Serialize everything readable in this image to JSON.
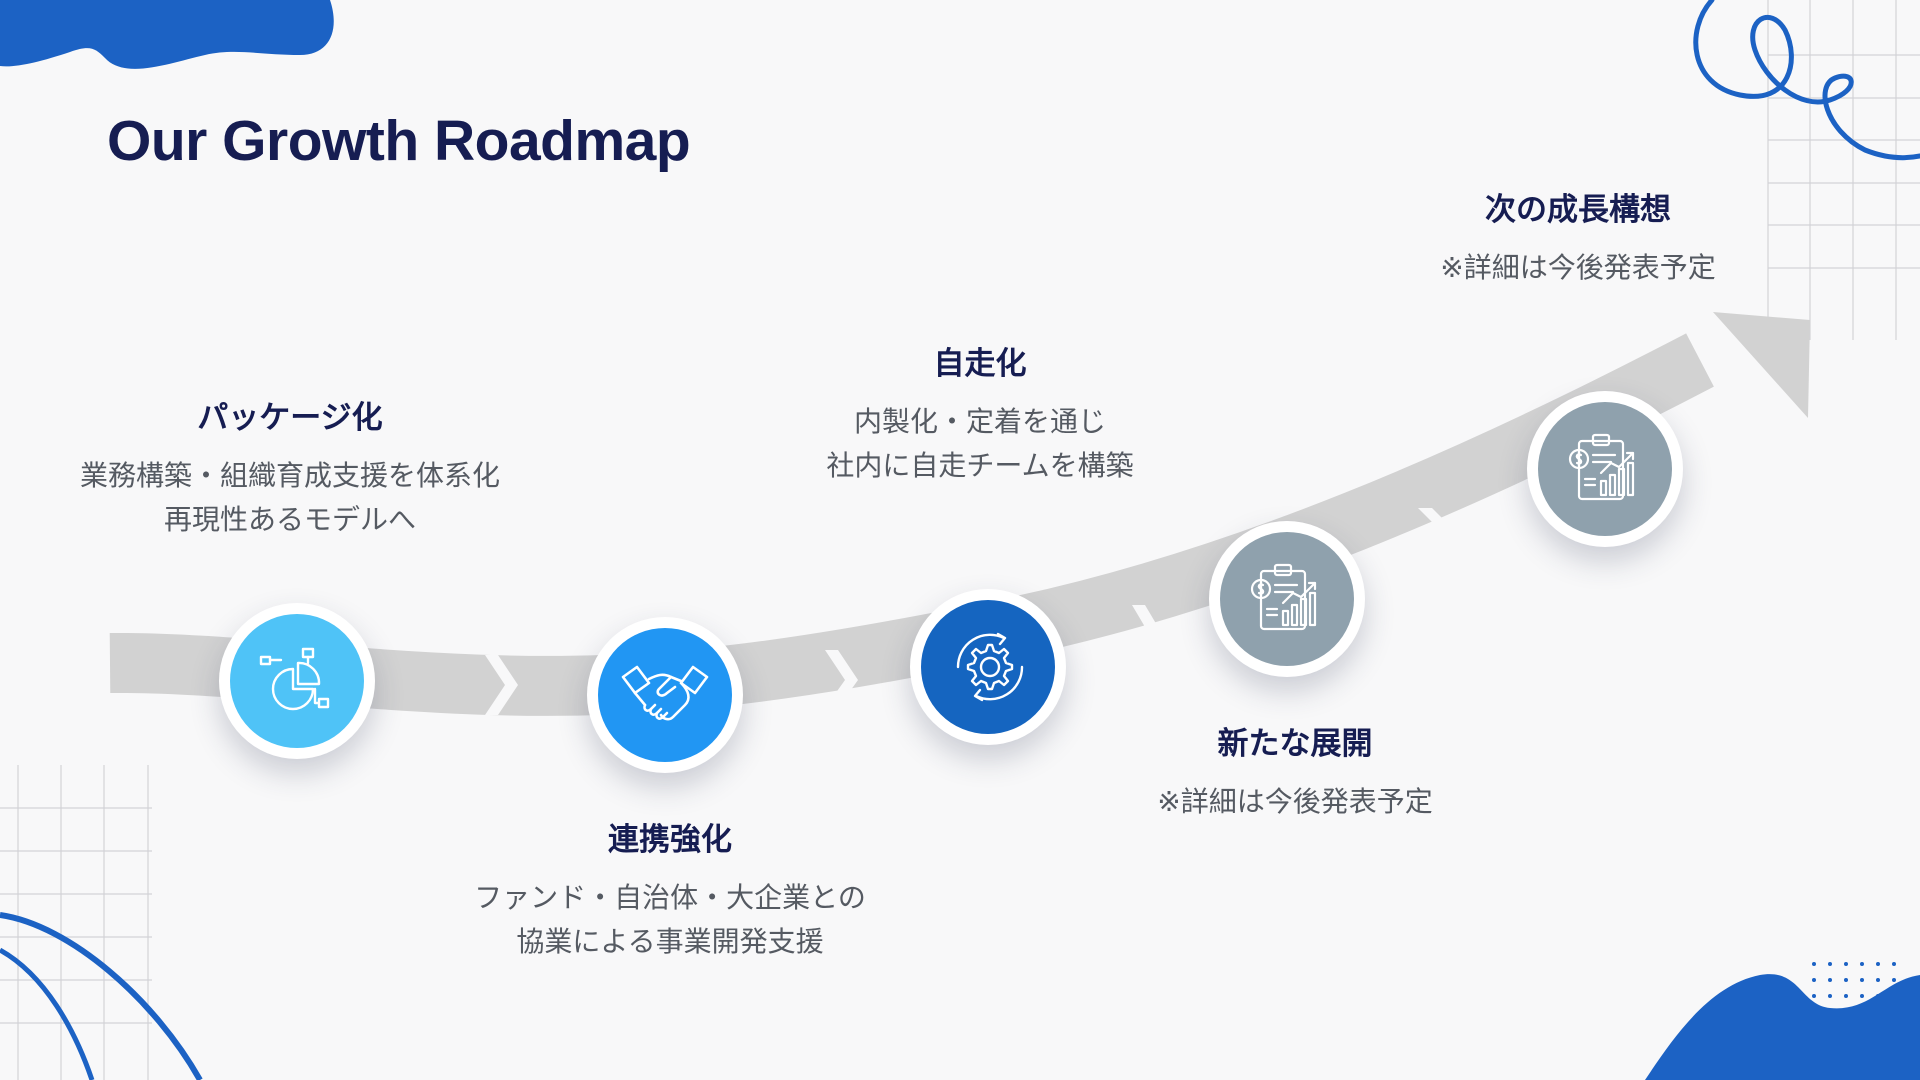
{
  "slide": {
    "title": "Our Growth Roadmap"
  },
  "colors": {
    "title": "#161d52",
    "body_text": "#555a62",
    "arrow": "#d2d2d2",
    "brand_blue": "#1c62c4",
    "sky_blue": "#4fc3f7",
    "mid_blue": "#2196f3",
    "deep_blue": "#1565c0",
    "future_gray": "#8fa1ad"
  },
  "steps": [
    {
      "id": "package",
      "title": "パッケージ化",
      "desc": [
        "業務構築・組織育成支援を体系化",
        "再現性あるモデルへ"
      ],
      "icon": "chart-pie-icon",
      "color": "#4fc3f7"
    },
    {
      "id": "collab",
      "title": "連携強化",
      "desc": [
        "ファンド・自治体・大企業との",
        "協業による事業開発支援"
      ],
      "icon": "handshake-icon",
      "color": "#2196f3"
    },
    {
      "id": "autonomy",
      "title": "自走化",
      "desc": [
        "内製化・定着を通じ",
        "社内に自走チームを構築"
      ],
      "icon": "gear-cycle-icon",
      "color": "#1565c0"
    },
    {
      "id": "expansion",
      "title": "新たな展開",
      "desc": [
        "※詳細は今後発表予定"
      ],
      "icon": "finance-report-icon",
      "color": "#8fa1ad"
    },
    {
      "id": "next",
      "title": "次の成長構想",
      "desc": [
        "※詳細は今後発表予定"
      ],
      "icon": "finance-report-icon",
      "color": "#8fa1ad"
    }
  ]
}
